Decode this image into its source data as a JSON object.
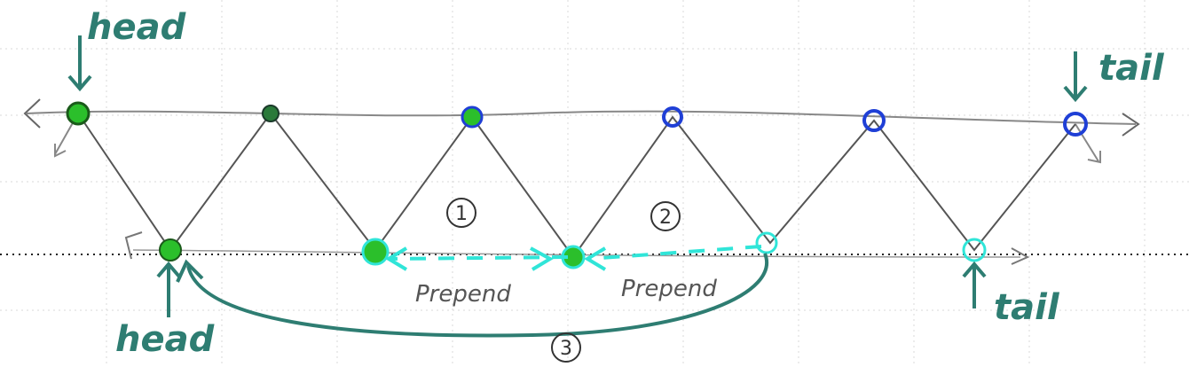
{
  "labels": {
    "top_head": "head",
    "top_tail": "tail",
    "bottom_head": "head",
    "bottom_tail": "tail",
    "prepend_1": "Prepend",
    "prepend_2": "Prepend",
    "step_1": "1",
    "step_2": "2",
    "step_3": "3"
  },
  "colors": {
    "ink": "#555555",
    "teal": "#2e7d72",
    "blue": "#1f3fd6",
    "green": "#2bbf2b",
    "cyan": "#30e5d8"
  }
}
